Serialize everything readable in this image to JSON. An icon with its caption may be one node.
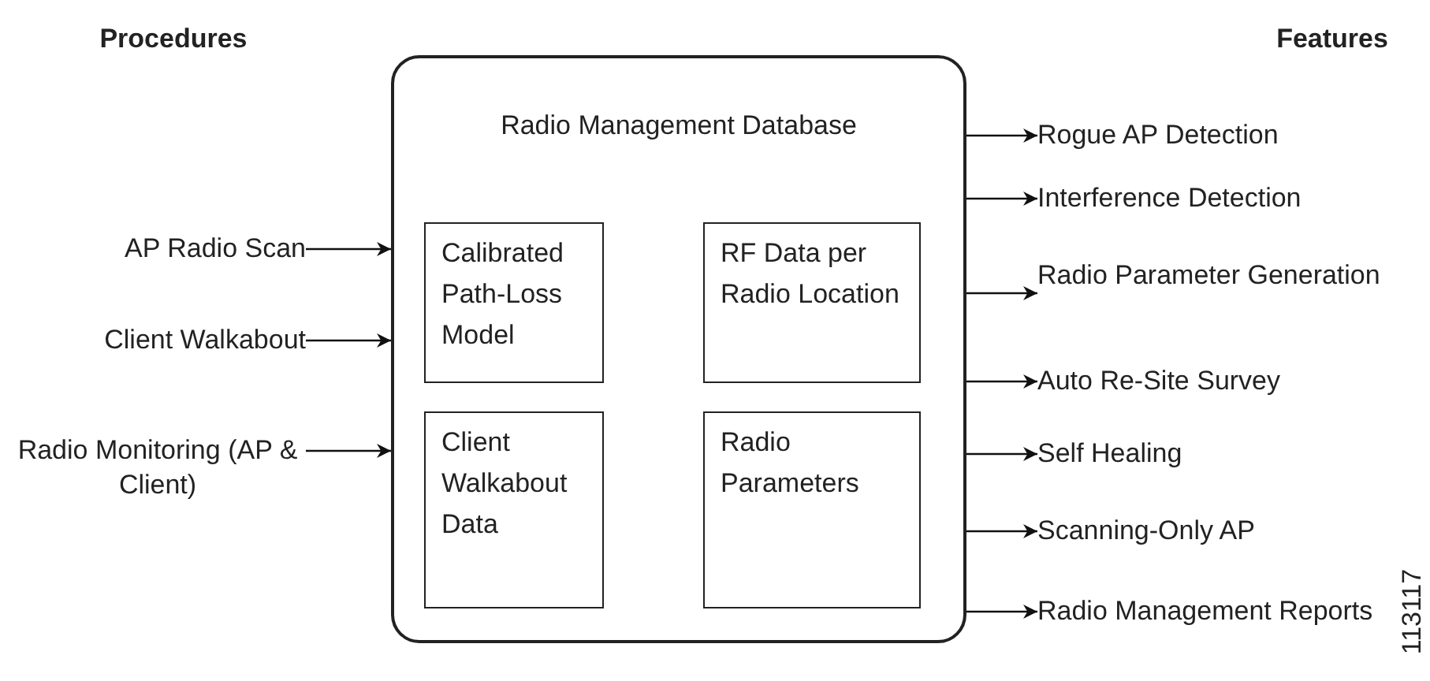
{
  "diagram": {
    "nodes": [
      {
        "text": [
          "Radio Management Database"
        ]
      },
      {
        "text": [
          "Calibrated Path-Loss Model"
        ],
        "in": 0
      },
      {
        "text": [
          "RF Data per Radio Location"
        ],
        "in": 0
      },
      {
        "text": [
          "Client Walkabout Data"
        ],
        "in": 0
      },
      {
        "text": [
          "Radio Parameters"
        ],
        "in": 0
      },
      {
        "text": [
          "AP Radio Scan"
        ]
      },
      {
        "text": [
          "Client Walkabout"
        ]
      },
      {
        "text": [
          "Radio Monitoring (AP & Client)"
        ]
      },
      {
        "text": [
          "Rogue AP Detection"
        ]
      },
      {
        "text": [
          "Interference Detection"
        ]
      },
      {
        "text": [
          "Radio Parameter Generation"
        ]
      },
      {
        "text": [
          "Auto Re-Site Survey"
        ]
      },
      {
        "text": [
          "Self Healing"
        ]
      },
      {
        "text": [
          "Scanning-Only AP"
        ]
      },
      {
        "text": [
          "Radio Management Reports"
        ]
      }
    ],
    "edges": [
      {
        "from": 5,
        "to": 0,
        "arrow": "to"
      },
      {
        "from": 6,
        "to": 0,
        "arrow": "to"
      },
      {
        "from": 7,
        "to": 0,
        "arrow": "to"
      },
      {
        "from": 0,
        "to": 8,
        "arrow": "to"
      },
      {
        "from": 0,
        "to": 9,
        "arrow": "to"
      },
      {
        "from": 0,
        "to": 10,
        "arrow": "to"
      },
      {
        "from": 0,
        "to": 11,
        "arrow": "to"
      },
      {
        "from": 0,
        "to": 12,
        "arrow": "to"
      },
      {
        "from": 0,
        "to": 13,
        "arrow": "to"
      },
      {
        "from": 0,
        "to": 14,
        "arrow": "to"
      }
    ],
    "labels": [
      "Procedures",
      "Features",
      "113117"
    ]
  }
}
